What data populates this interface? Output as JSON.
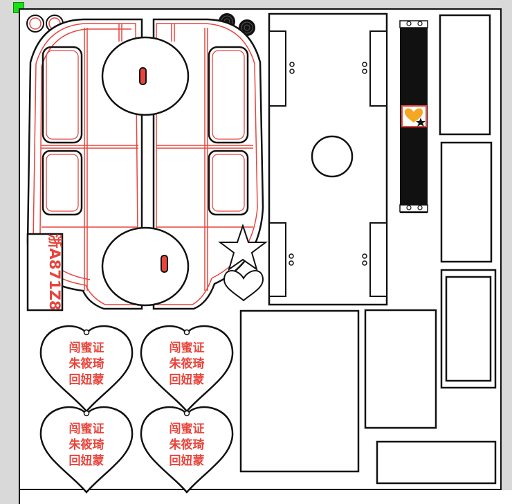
{
  "canvas": {
    "background": "#d9d9d9",
    "sheet_color": "#ffffff",
    "cut_line_color": "#111111",
    "engrave_color": "#e8453c",
    "accent_color": "#f5a623"
  },
  "license_plate": {
    "text": "浙A871Z8"
  },
  "heart_tags": [
    {
      "lines": [
        "闯蜜证",
        "朱筱琦",
        "回妞蒙"
      ]
    },
    {
      "lines": [
        "闯蜜证",
        "朱筱琦",
        "回妞蒙"
      ]
    },
    {
      "lines": [
        "闯蜜证",
        "朱筱琦",
        "回妞蒙"
      ]
    },
    {
      "lines": [
        "闯蜜证",
        "朱筱琦",
        "回妞蒙"
      ]
    }
  ],
  "icons": {
    "selection_handle": "green-square-handle",
    "small_rings": "ring-icon",
    "wheel_knobs": "knob-icon",
    "star": "star-icon",
    "heart": "heart-icon",
    "strip_emblem": "heart-star-emblem-icon"
  }
}
